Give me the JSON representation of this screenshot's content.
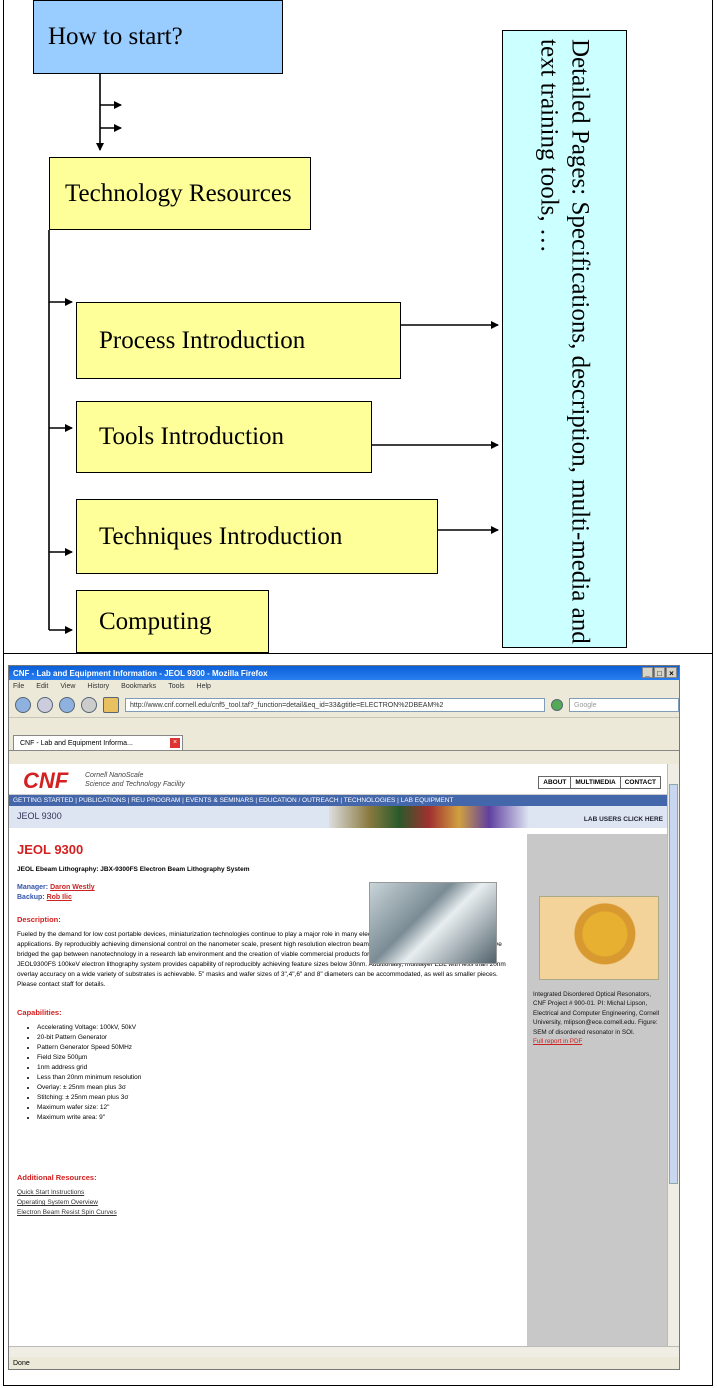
{
  "diagram": {
    "start_box": "How to start?",
    "tech_box": "Technology Resources",
    "items": [
      {
        "label": "Process Introduction"
      },
      {
        "label": "Tools Introduction"
      },
      {
        "label": "Techniques Introduction"
      },
      {
        "label": "Computing"
      }
    ],
    "detail_box": "Detailed Pages: Specifications, description, multi-media and text training tools, …",
    "colors": {
      "start": "#99ccff",
      "boxes": "#ffff99",
      "detail": "#ccffff"
    }
  },
  "browser": {
    "title": "CNF - Lab and Equipment Information - JEOL 9300 - Mozilla Firefox",
    "menu": [
      "File",
      "Edit",
      "View",
      "History",
      "Bookmarks",
      "Tools",
      "Help"
    ],
    "url": "http://www.cnf.cornell.edu/cnf5_tool.taf?_function=detail&eq_id=33&gtitle=ELECTRON%2DBEAM%2",
    "search_placeholder": "Google",
    "tab_label": "CNF - Lab and Equipment Informa...",
    "status": "Done",
    "site": {
      "logo": "CNF",
      "subtitle_1": "Cornell NanoScale",
      "subtitle_2": "Science and Technology Facility",
      "topnav": [
        "ABOUT",
        "MULTIMEDIA",
        "CONTACT"
      ],
      "menu_strip": "GETTING STARTED | PUBLICATIONS | REU PROGRAM | EVENTS & SEMINARS | EDUCATION / OUTREACH | TECHNOLOGIES | LAB EQUIPMENT",
      "band_title": "JEOL 9300",
      "band_right": "LAB USERS CLICK HERE"
    },
    "page": {
      "heading": "JEOL 9300",
      "subheading": "JEOL Ebeam Lithography: JBX-9300FS Electron Beam Lithography System",
      "manager_label": "Manager:",
      "manager_name": "Daron Westly",
      "backup_label": "Backup:",
      "backup_name": "Rob Ilic",
      "description_title": "Description:",
      "description": "Fueled by the demand for low cost portable devices, miniaturization technologies continue to play a major role in many electronic, mechanical, chemical and biological applications. By reproducibly achieving dimensional control on the nanometer scale, present high resolution electron beam lithography (EBL) fabrication techniques have bridged the gap between nanotechnology in a research lab environment and the creation of viable commercial products for established and emerging industries. The JEOL9300FS 100keV electron lithography system provides capability of reproducibly achieving feature sizes below 30nm. Additionally, multilayer EBL with less than 20nm overlay accuracy on a wide variety of substrates is achievable. 5\" masks and wafer sizes of 3\",4\",6\" and 8\" diameters can be accommodated, as well as smaller pieces. Please contact staff for details.",
      "capabilities_title": "Capabilities:",
      "capabilities": [
        "Accelerating Voltage: 100kV, 50kV",
        "20-bit Pattern Generator",
        "Pattern Generator Speed 50MHz",
        "Field Size 500µm",
        "1nm address grid",
        "Less than 20nm minimum resolution",
        "Overlay: ± 25nm mean plus 3σ",
        "Stitching: ± 25nm mean plus 3σ",
        "Maximum wafer size: 12\"",
        "Maximum write area: 9\""
      ],
      "resources_title": "Additional Resources:",
      "resources": [
        "Quick Start Instructions",
        "Operating System Overview",
        "Electron Beam Resist Spin Curves"
      ]
    },
    "sidebar": {
      "caption": "Integrated Disordered Optical Resonators, CNF Project # 900-01. PI: Michal Lipson, Electrical and Computer Engineering, Cornell University, mlipson@ece.cornell.edu. Figure: SEM of disordered resonator in SOI.",
      "link": "Full report in PDF"
    }
  }
}
